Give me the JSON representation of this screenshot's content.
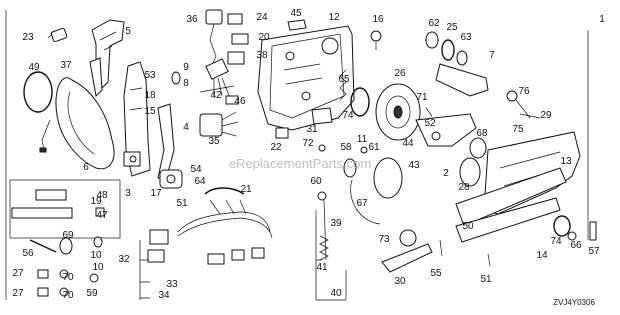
{
  "diagram": {
    "callouts": [
      "1",
      "2",
      "3",
      "4",
      "5",
      "6",
      "7",
      "8",
      "9",
      "10",
      "11",
      "12",
      "13",
      "14",
      "15",
      "16",
      "17",
      "18",
      "19",
      "20",
      "21",
      "22",
      "23",
      "24",
      "25",
      "26",
      "27",
      "28",
      "29",
      "30",
      "31",
      "32",
      "33",
      "34",
      "35",
      "36",
      "37",
      "38",
      "39",
      "40",
      "41",
      "42",
      "43",
      "44",
      "45",
      "46",
      "47",
      "48",
      "49",
      "50",
      "51",
      "52",
      "53",
      "54",
      "55",
      "56",
      "57",
      "58",
      "59",
      "60",
      "61",
      "62",
      "63",
      "64",
      "65",
      "66",
      "67",
      "68",
      "69",
      "70",
      "71",
      "72",
      "73",
      "74",
      "75",
      "76"
    ],
    "diagram_code": "ZVJ4Y0306",
    "watermark": "eReplacementParts.com"
  }
}
